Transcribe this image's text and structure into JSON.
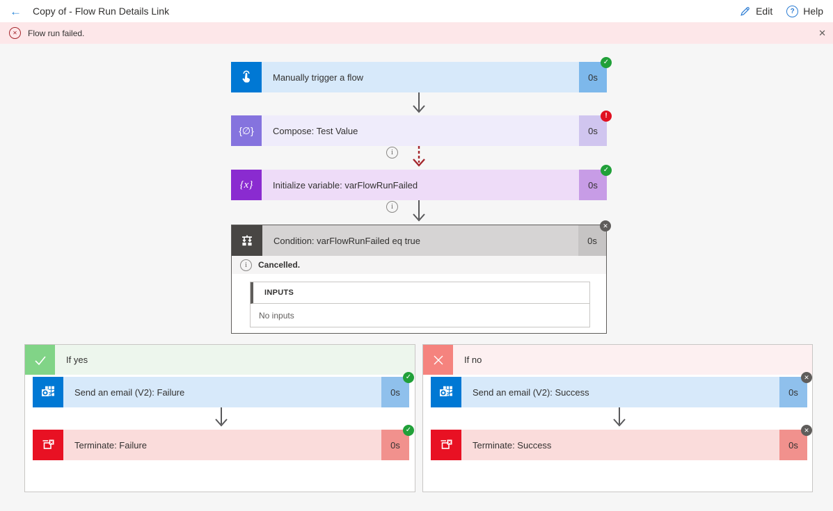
{
  "header": {
    "title": "Copy of - Flow Run Details Link",
    "edit_label": "Edit",
    "help_label": "Help"
  },
  "banner": {
    "message": "Flow run failed."
  },
  "flow": {
    "trigger": {
      "title": "Manually trigger a flow",
      "duration": "0s",
      "status": "succeeded"
    },
    "compose": {
      "title": "Compose: Test Value",
      "duration": "0s",
      "status": "failed"
    },
    "initialize": {
      "title": "Initialize variable: varFlowRunFailed",
      "duration": "0s",
      "status": "succeeded"
    },
    "condition": {
      "title": "Condition: varFlowRunFailed eq true",
      "duration": "0s",
      "status": "cancelled",
      "status_message": "Cancelled.",
      "inputs_label": "INPUTS",
      "inputs_value": "No inputs"
    },
    "branch_yes": {
      "label": "If yes",
      "email": {
        "title": "Send an email (V2): Failure",
        "duration": "0s",
        "status": "succeeded"
      },
      "terminate": {
        "title": "Terminate: Failure",
        "duration": "0s",
        "status": "succeeded"
      }
    },
    "branch_no": {
      "label": "If no",
      "email": {
        "title": "Send an email (V2): Success",
        "duration": "0s",
        "status": "cancelled"
      },
      "terminate": {
        "title": "Terminate: Success",
        "duration": "0s",
        "status": "cancelled"
      }
    }
  },
  "icons": {
    "back": "←",
    "close": "✕",
    "banner_error": "✕",
    "help": "?",
    "info": "i",
    "success_badge": "✓",
    "failed_badge": "!",
    "cancelled_badge": "✕",
    "compose_glyph": "{∅}",
    "variable_glyph": "{x}"
  },
  "colors": {
    "accent_blue": "#0078d4",
    "compose_purple": "#8573de",
    "variable_purple": "#8a2bd0",
    "terminate_red": "#e81123",
    "condition_gray": "#484644",
    "success_green": "#21a039",
    "error_red": "#e01020",
    "cancelled_gray": "#5f5d5b",
    "banner_bg": "#fde7e9",
    "canvas_bg": "#f6f6f6",
    "branch_yes_green": "#81d487",
    "branch_no_salmon": "#f5837e",
    "dashed_arrow_red": "#a4262c"
  }
}
